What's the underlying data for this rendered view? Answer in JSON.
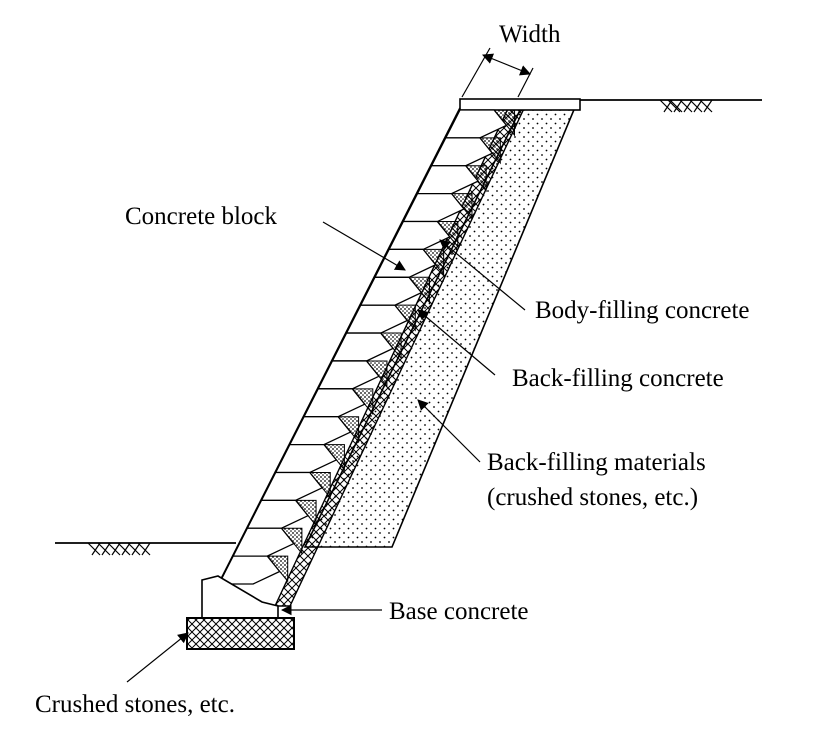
{
  "labels": {
    "width": "Width",
    "concrete_block": "Concrete block",
    "body_filling": "Body-filling concrete",
    "back_filling_concrete": "Back-filling concrete",
    "back_filling_materials_1": "Back-filling materials",
    "back_filling_materials_2": "(crushed stones, etc.)",
    "base_concrete": "Base concrete",
    "crushed_stones": "Crushed stones, etc."
  },
  "colors": {
    "line": "#000000",
    "background": "#ffffff"
  }
}
